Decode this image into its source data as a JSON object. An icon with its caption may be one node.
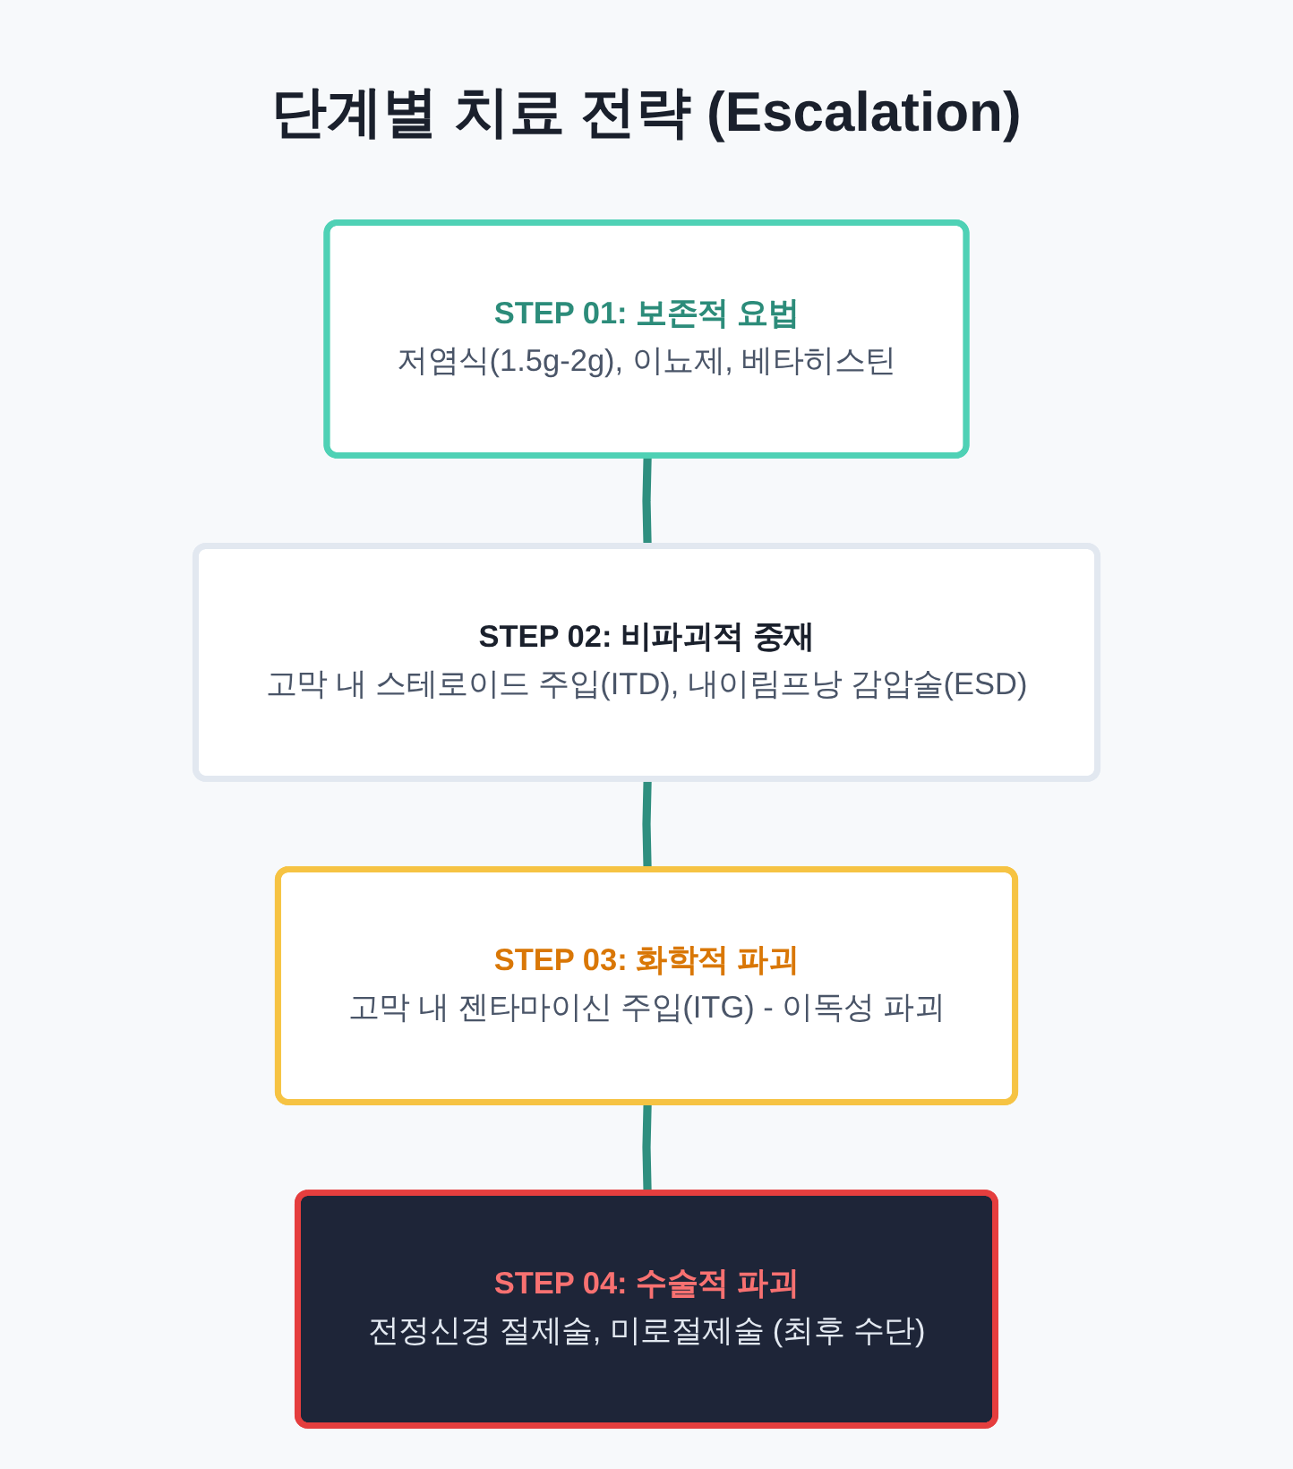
{
  "diagram": {
    "title": "단계별 치료 전략 (Escalation)",
    "nodes": [
      {
        "text": [
          "STEP 01: 보존적 요법",
          "저염식(1.5g-2g), 이뇨제, 베타히스틴"
        ]
      },
      {
        "text": [
          "STEP 02: 비파괴적 중재",
          "고막 내 스테로이드 주입(ITD), 내이림프낭 감압술(ESD)"
        ]
      },
      {
        "text": [
          "STEP 03: 화학적 파괴",
          "고막 내 젠타마이신 주입(ITG) - 이독성 파괴"
        ]
      },
      {
        "text": [
          "STEP 04: 수술적 파괴",
          "전정신경 절제술, 미로절제술 (최후 수단)"
        ]
      }
    ],
    "edges": [
      {
        "from": 0,
        "to": 1,
        "arrow": "none"
      },
      {
        "from": 1,
        "to": 2,
        "arrow": "none"
      },
      {
        "from": 2,
        "to": 3,
        "arrow": "none"
      }
    ]
  }
}
